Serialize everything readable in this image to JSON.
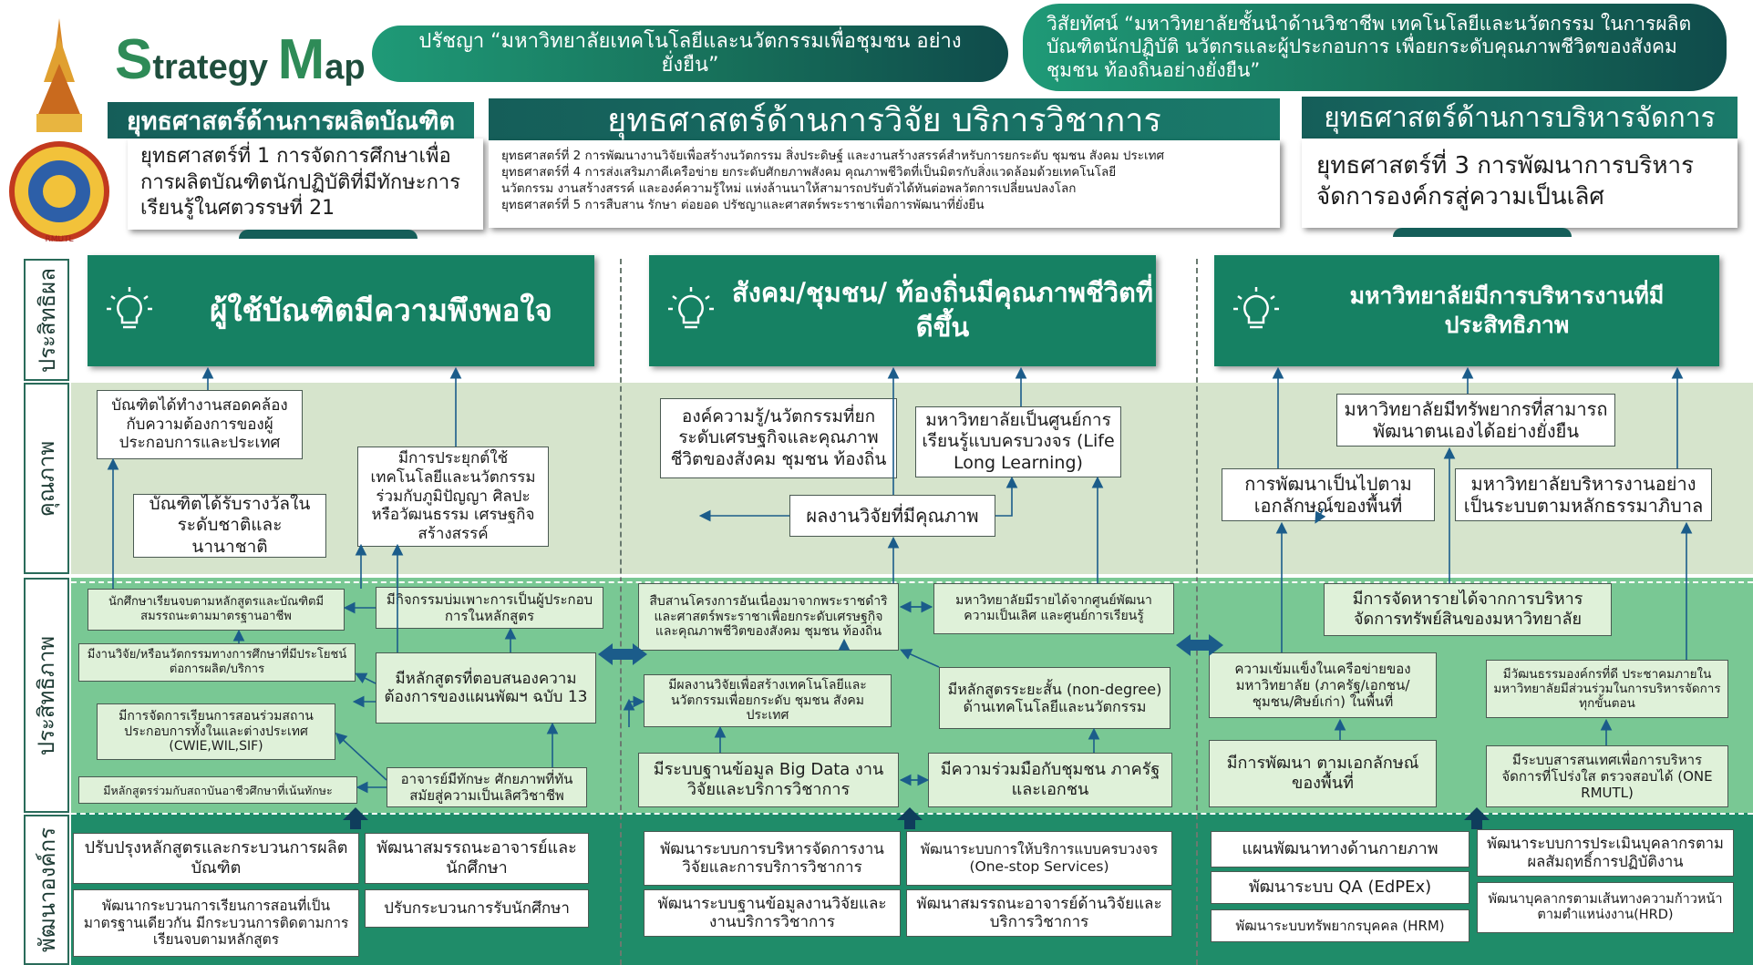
{
  "brand": {
    "s": "S",
    "trategy": "trategy",
    "m": "M",
    "ap": "ap"
  },
  "philosophy": "ปรัชญา “มหาวิทยาลัยเทคโนโลยีและนวัตกรรมเพื่อชุมชน อย่างยั่งยืน”",
  "vision": "วิสัยทัศน์  “มหาวิทยาลัยชั้นนำด้านวิชาชีพ เทคโนโลยีและนวัตกรรม ในการผลิตบัณฑิตนักปฏิบัติ นวัตกรและผู้ประกอบการ เพื่อยกระดับคุณภาพชีวิตของสังคมชุมชน ท้องถิ่นอย่างยั่งยืน”",
  "strategies": [
    {
      "title": "ยุทธศาสตร์ด้านการผลิตบัณฑิต",
      "body": "ยุทธศาสตร์ที่ 1 การจัดการศึกษาเพื่อการผลิตบัณฑิตนักปฏิบัติที่มีทักษะการเรียนรู้ในศตวรรษที่ 21"
    },
    {
      "title": "ยุทธศาสตร์ด้านการวิจัย บริการวิชาการ",
      "lines": [
        "ยุทธศาสตร์ที่ 2 การพัฒนางานวิจัยเพื่อสร้างนวัตกรรม สิ่งประดิษฐ์ และงานสร้างสรรค์สำหรับการยกระดับ ชุมชน สังคม ประเทศ",
        "ยุทธศาสตร์ที่ 4 การส่งเสริมภาคีเครือข่าย ยกระดับศักยภาพสังคม คุณภาพชีวิตที่เป็นมิตรกับสิ่งแวดล้อมด้วยเทคโนโลยี",
        "นวัตกรรม งานสร้างสรรค์ และองค์ความรู้ใหม่ แห่งล้านนาให้สามารถปรับตัวได้ทันต่อพลวัตการเปลี่ยนปลงโลก",
        "ยุทธศาสตร์ที่ 5 การสืบสาน รักษา ต่อยอด ปรัชญาและศาสตร์พระราชาเพื่อการพัฒนาที่ยั่งยืน"
      ]
    },
    {
      "title": "ยุทธศาสตร์ด้านการบริหารจัดการ",
      "body": "ยุทธศาสตร์ที่ 3 การพัฒนาการบริหารจัดการองค์กรสู่ความเป็นเลิศ"
    }
  ],
  "perspectives": [
    "ประสิทธิผล",
    "คุณภาพ",
    "ประสิทธิภาพ",
    "พัฒนาองค์กร"
  ],
  "outcomes": [
    {
      "text": "ผู้ใช้บัณฑิตมีความพึงพอใจ"
    },
    {
      "text": "สังคม/ชุมชน/ ท้องถิ่นมีคุณภาพชีวิตที่ดีขึ้น"
    },
    {
      "text": "มหาวิทยาลัยมีการบริหารงานที่มีประสิทธิภาพ"
    }
  ],
  "quality": {
    "q1": "บัณฑิตได้ทำงานสอดคล้องกับความต้องการของผู้ประกอบการและประเทศ",
    "q2": "มีการประยุกต์ใช้เทคโนโลยีและนวัตกรรมร่วมกับภูมิปัญญา ศิลปะ หรือวัฒนธรรม เศรษฐกิจสร้างสรรค์",
    "q3": "บัณฑิตได้รับรางวัลในระดับชาติและนานาชาติ",
    "q4": "องค์ความรู้/นวัตกรรมที่ยกระดับเศรษฐกิจและคุณภาพชีวิตของสังคม ชุมชน ท้องถิ่น",
    "q5": "มหาวิทยาลัยเป็นศูนย์การเรียนรู้แบบครบวงจร (Life Long Learning)",
    "q6": "ผลงานวิจัยที่มีคุณภาพ",
    "q7": "มหาวิทยาลัยมีทรัพยากรที่สามารถพัฒนาตนเองได้อย่างยั่งยืน",
    "q8": "การพัฒนาเป็นไปตามเอกลักษณ์ของพื้นที่",
    "q9": "มหาวิทยาลัยบริหารงานอย่างเป็นระบบตามหลักธรรมาภิบาล"
  },
  "efficiency": {
    "e1": "นักศึกษาเรียนจบตามหลักสูตรและบัณฑิตมีสมรรถนะตามมาตรฐานอาชีพ",
    "e2": "มีกิจกรรมบ่มเพาะการเป็นผู้ประกอบการในหลักสูตร",
    "e3": "มีงานวิจัย/หรือนวัตกรรมทางการศึกษาที่มีประโยชน์ต่อการผลิต/บริการ",
    "e4": "มีหลักสูตรที่ตอบสนองความต้องการของแผนพัฒฯ ฉบับ 13",
    "e5": "มีการจัดการเรียนการสอนร่วมสถานประกอบการทั้งในและต่างประเทศ (CWIE,WIL,SIF)",
    "e6": "มีหลักสูตรร่วมกับสถาบันอาชีวศึกษาที่เน้นทักษะ",
    "e7": "อาจารย์มีทักษะ ศักยภาพที่ทันสมัยสู่ความเป็นเลิศวิชาชีพ",
    "e8": "สืบสานโครงการอันเนื่องมาจากพระราชดำริและศาสตร์พระราชาเพื่อยกระดับเศรษฐกิจและคุณภาพชีวิตของสังคม ชุมชน ท้องถิ่น",
    "e9": "มหาวิทยาลัยมีรายได้จากศูนย์พัฒนาความเป็นเลิศ และศูนย์การเรียนรู้",
    "e10": "มีผลงานวิจัยเพื่อสร้างเทคโนโลยีและนวัตกรรมเพื่อยกระดับ ชุมชน สังคม ประเทศ",
    "e11": "มีหลักสูตรระยะสั้น (non-degree) ด้านเทคโนโลยีและนวัตกรรม",
    "e12": "มีระบบฐานข้อมูล Big Data งานวิจัยและบริการวิชาการ",
    "e13": "มีความร่วมมือกับชุมชน ภาครัฐและเอกชน",
    "e14": "มีการจัดหารายได้จากการบริหารจัดการทรัพย์สินของมหาวิทยาลัย",
    "e15": "ความเข้มแข็งในเครือข่ายของมหาวิทยาลัย (ภาครัฐ/เอกชน/ชุมชน/ศิษย์เก่า) ในพื้นที่",
    "e16": "มีวัฒนธรรมองค์กรที่ดี ประชาคมภายในมหาวิทยาลัยมีส่วนร่วมในการบริหารจัดการทุกขั้นตอน",
    "e17": "มีการพัฒนา ตามเอกลักษณ์ของพื้นที่",
    "e18": "มีระบบสารสนเทศเพื่อการบริหารจัดการที่โปร่งใส ตรวจสอบได้ (ONE RMUTL)"
  },
  "development": {
    "d1": "ปรับปรุงหลักสูตรและกระบวนการผลิตบัณฑิต",
    "d2": "พัฒนาสมรรถนะอาจารย์และนักศึกษา",
    "d3": "พัฒนากระบวนการเรียนการสอนที่เป็นมาตรฐานเดียวกัน มีกระบวนการติดตามการเรียนจบตามหลักสูตร",
    "d4": "ปรับกระบวนการรับนักศึกษา",
    "d5": "พัฒนาระบบการบริหารจัดการงานวิจัยและการบริการวิชาการ",
    "d6": "พัฒนาระบบการให้บริการแบบครบวงจร (One-stop Services)",
    "d7": "พัฒนาระบบฐานข้อมูลงานวิจัยและงานบริการวิชาการ",
    "d8": "พัฒนาสมรรถนะอาจารย์ด้านวิจัยและบริการวิชาการ",
    "d9": "แผนพัฒนาทางด้านกายภาพ",
    "d10": "พัฒนาระบบการประเมินบุคลากรตามผลสัมฤทธิ์การปฏิบัติงาน",
    "d11": "พัฒนาระบบ QA (EdPEx)",
    "d12": "พัฒนาระบบทรัพยากรบุคคล (HRM)",
    "d13": "พัฒนาบุคลากรตามเส้นทางความก้าวหน้าตามตำแหน่งงาน(HRD)"
  },
  "colors": {
    "outcome": "#168163",
    "quality_band": "#d6e4cc",
    "efficiency_band": "#79c894",
    "development_band": "#1f8c69",
    "arrow": "#1b5c8a"
  }
}
